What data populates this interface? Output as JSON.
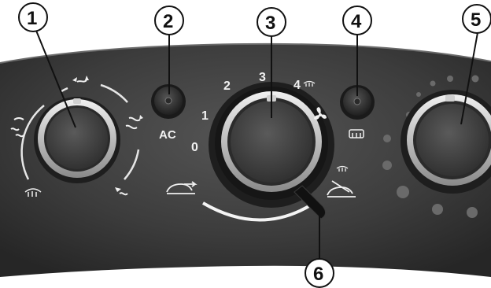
{
  "callouts": [
    {
      "id": "1",
      "text": "1"
    },
    {
      "id": "2",
      "text": "2"
    },
    {
      "id": "3",
      "text": "3"
    },
    {
      "id": "4",
      "text": "4"
    },
    {
      "id": "5",
      "text": "5"
    },
    {
      "id": "6",
      "text": "6"
    }
  ],
  "ac_button": {
    "label": "AC"
  },
  "fan_speed_scale": [
    "0",
    "1",
    "2",
    "3",
    "4"
  ],
  "icon_names": {
    "air_distribution_dial": [
      "face-vent-icon",
      "face-feet-vent-icon",
      "feet-vent-icon",
      "windscreen-demist-icon",
      "demist-feet-icon"
    ],
    "fan_dial": [
      "fan-icon",
      "windscreen-demist-small-icon"
    ],
    "recirculation": [
      "fresh-air-icon",
      "recirculation-icon"
    ],
    "rear_demist": "rear-window-demist-icon"
  },
  "colors": {
    "panel": "#3d3d3d",
    "background": "#ffffff",
    "knob_ring": "#d8d8d8",
    "knob_face": "#4a4a4a",
    "text": "#f2f2f2",
    "temp_dots": "#6a6a6a"
  }
}
